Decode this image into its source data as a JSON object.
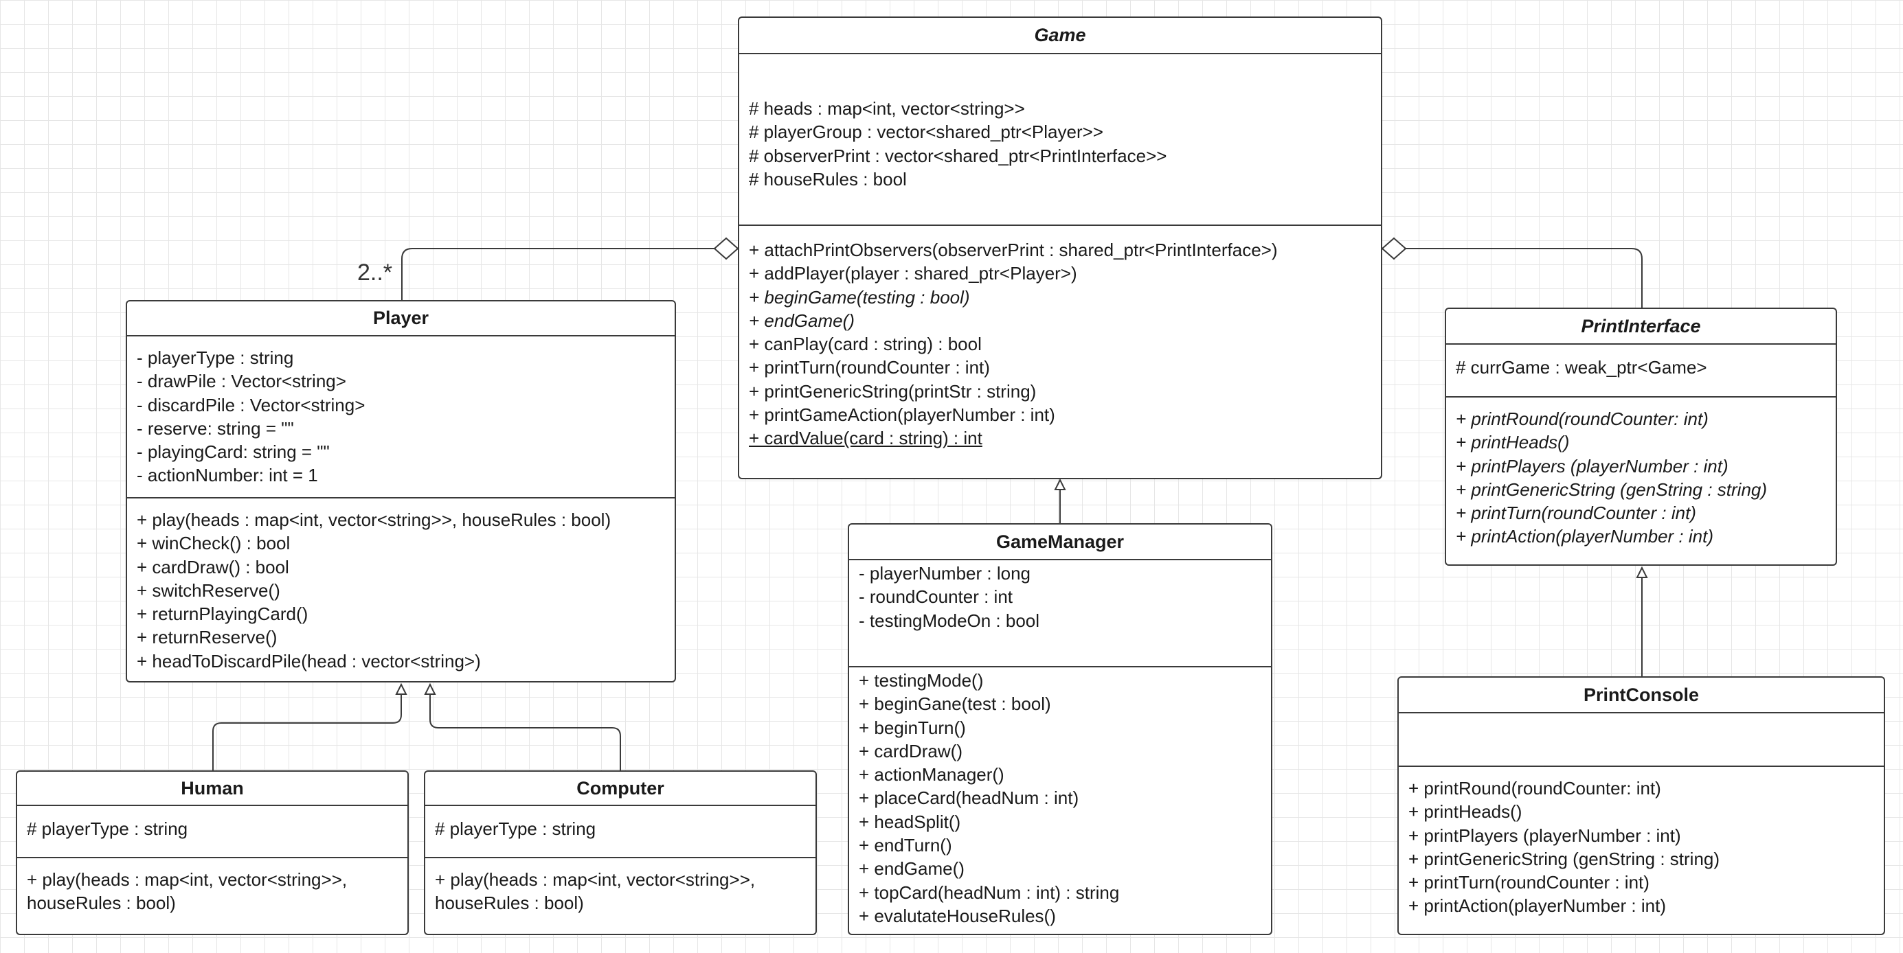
{
  "diagram": {
    "classes": {
      "game": {
        "name": "Game",
        "abstract": true,
        "attributes": [
          "# heads : map<int, vector<string>>",
          "# playerGroup : vector<shared_ptr<Player>>",
          "# observerPrint : vector<shared_ptr<PrintInterface>>",
          "# houseRules : bool"
        ],
        "methods": [
          {
            "text": "+ attachPrintObservers(observerPrint : shared_ptr<PrintInterface>)",
            "style": ""
          },
          {
            "text": "+ addPlayer(player : shared_ptr<Player>)",
            "style": ""
          },
          {
            "text": "+ beginGame(testing : bool)",
            "style": "italic"
          },
          {
            "text": "+ endGame()",
            "style": "italic"
          },
          {
            "text": "+ canPlay(card : string) : bool",
            "style": ""
          },
          {
            "text": "+ printTurn(roundCounter : int)",
            "style": ""
          },
          {
            "text": "+ printGenericString(printStr : string)",
            "style": ""
          },
          {
            "text": "+ printGameAction(playerNumber : int)",
            "style": ""
          },
          {
            "text": "+ cardValue(card : string) : int",
            "style": "static"
          }
        ]
      },
      "player": {
        "name": "Player",
        "abstract": false,
        "attributes": [
          "- playerType : string",
          "- drawPile : Vector<string>",
          "- discardPile : Vector<string>",
          "- reserve: string = \"\"",
          "- playingCard: string = \"\"",
          "- actionNumber: int = 1"
        ],
        "methods": [
          {
            "text": "+ play(heads : map<int, vector<string>>, houseRules : bool)",
            "style": ""
          },
          {
            "text": "+ winCheck() : bool",
            "style": ""
          },
          {
            "text": "+ cardDraw() : bool",
            "style": ""
          },
          {
            "text": "+ switchReserve()",
            "style": ""
          },
          {
            "text": "+ returnPlayingCard()",
            "style": ""
          },
          {
            "text": "+ returnReserve()",
            "style": ""
          },
          {
            "text": "+ headToDiscardPile(head : vector<string>)",
            "style": ""
          }
        ]
      },
      "print_interface": {
        "name": "PrintInterface",
        "abstract": true,
        "attributes": [
          "# currGame : weak_ptr<Game>"
        ],
        "methods": [
          {
            "text": "+ printRound(roundCounter: int)",
            "style": "italic"
          },
          {
            "text": "+ printHeads()",
            "style": "italic"
          },
          {
            "text": "+ printPlayers (playerNumber : int)",
            "style": "italic"
          },
          {
            "text": "+ printGenericString (genString : string)",
            "style": "italic"
          },
          {
            "text": "+ printTurn(roundCounter : int)",
            "style": "italic"
          },
          {
            "text": "+ printAction(playerNumber : int)",
            "style": "italic"
          }
        ]
      },
      "game_manager": {
        "name": "GameManager",
        "abstract": false,
        "attributes": [
          "- playerNumber : long",
          "- roundCounter : int",
          "- testingModeOn : bool"
        ],
        "methods": [
          {
            "text": "+ testingMode()",
            "style": ""
          },
          {
            "text": "+ beginGane(test : bool)",
            "style": ""
          },
          {
            "text": "+ beginTurn()",
            "style": ""
          },
          {
            "text": "+ cardDraw()",
            "style": ""
          },
          {
            "text": "+ actionManager()",
            "style": ""
          },
          {
            "text": "+ placeCard(headNum : int)",
            "style": ""
          },
          {
            "text": "+ headSplit()",
            "style": ""
          },
          {
            "text": "+ endTurn()",
            "style": ""
          },
          {
            "text": "+ endGame()",
            "style": ""
          },
          {
            "text": "+ topCard(headNum : int) : string",
            "style": ""
          },
          {
            "text": "+ evalutateHouseRules()",
            "style": ""
          }
        ]
      },
      "print_console": {
        "name": "PrintConsole",
        "abstract": false,
        "attributes": [],
        "methods": [
          {
            "text": "+ printRound(roundCounter: int)",
            "style": ""
          },
          {
            "text": "+ printHeads()",
            "style": ""
          },
          {
            "text": "+ printPlayers (playerNumber : int)",
            "style": ""
          },
          {
            "text": "+ printGenericString (genString : string)",
            "style": ""
          },
          {
            "text": "+ printTurn(roundCounter : int)",
            "style": ""
          },
          {
            "text": "+ printAction(playerNumber : int)",
            "style": ""
          }
        ]
      },
      "human": {
        "name": "Human",
        "abstract": false,
        "attributes": [
          "# playerType : string"
        ],
        "methods": [
          {
            "text": "+ play(heads : map<int, vector<string>>,",
            "style": ""
          },
          {
            "text": "houseRules : bool)",
            "style": ""
          }
        ]
      },
      "computer": {
        "name": "Computer",
        "abstract": false,
        "attributes": [
          "# playerType : string"
        ],
        "methods": [
          {
            "text": "+ play(heads : map<int, vector<string>>,",
            "style": ""
          },
          {
            "text": "houseRules : bool)",
            "style": ""
          }
        ]
      }
    },
    "relations": [
      {
        "type": "aggregation",
        "from": "Game",
        "to": "Player",
        "multiplicity": "2..*"
      },
      {
        "type": "aggregation",
        "from": "Game",
        "to": "PrintInterface"
      },
      {
        "type": "generalization",
        "from": "GameManager",
        "to": "Game"
      },
      {
        "type": "generalization",
        "from": "PrintConsole",
        "to": "PrintInterface"
      },
      {
        "type": "generalization",
        "from": "Human",
        "to": "Player"
      },
      {
        "type": "generalization",
        "from": "Computer",
        "to": "Player"
      }
    ],
    "colors": {
      "background": "#ffffff",
      "grid": "#e6e6e6",
      "stroke": "#3a3a3a",
      "text": "#1a1a1a"
    }
  }
}
